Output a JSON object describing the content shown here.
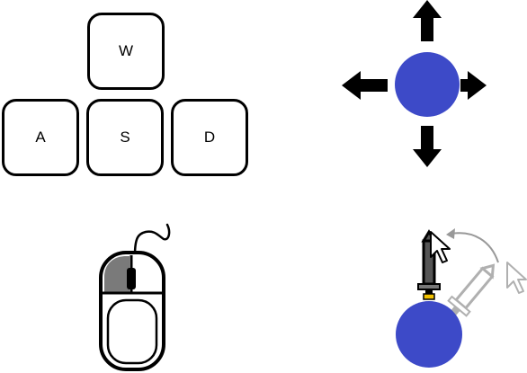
{
  "keys": {
    "w": "W",
    "a": "A",
    "s": "S",
    "d": "D"
  },
  "colors": {
    "player": "#3d4ac8",
    "outline": "#000000",
    "mouse_button_active": "#7a7a7a",
    "sword_guard": "#f2c200",
    "ghost": "#b0b0b0"
  },
  "icons": {
    "movement": "four-direction-arrows-icon",
    "mouse": "mouse-left-click-icon",
    "attack": "sword-swing-icon"
  }
}
